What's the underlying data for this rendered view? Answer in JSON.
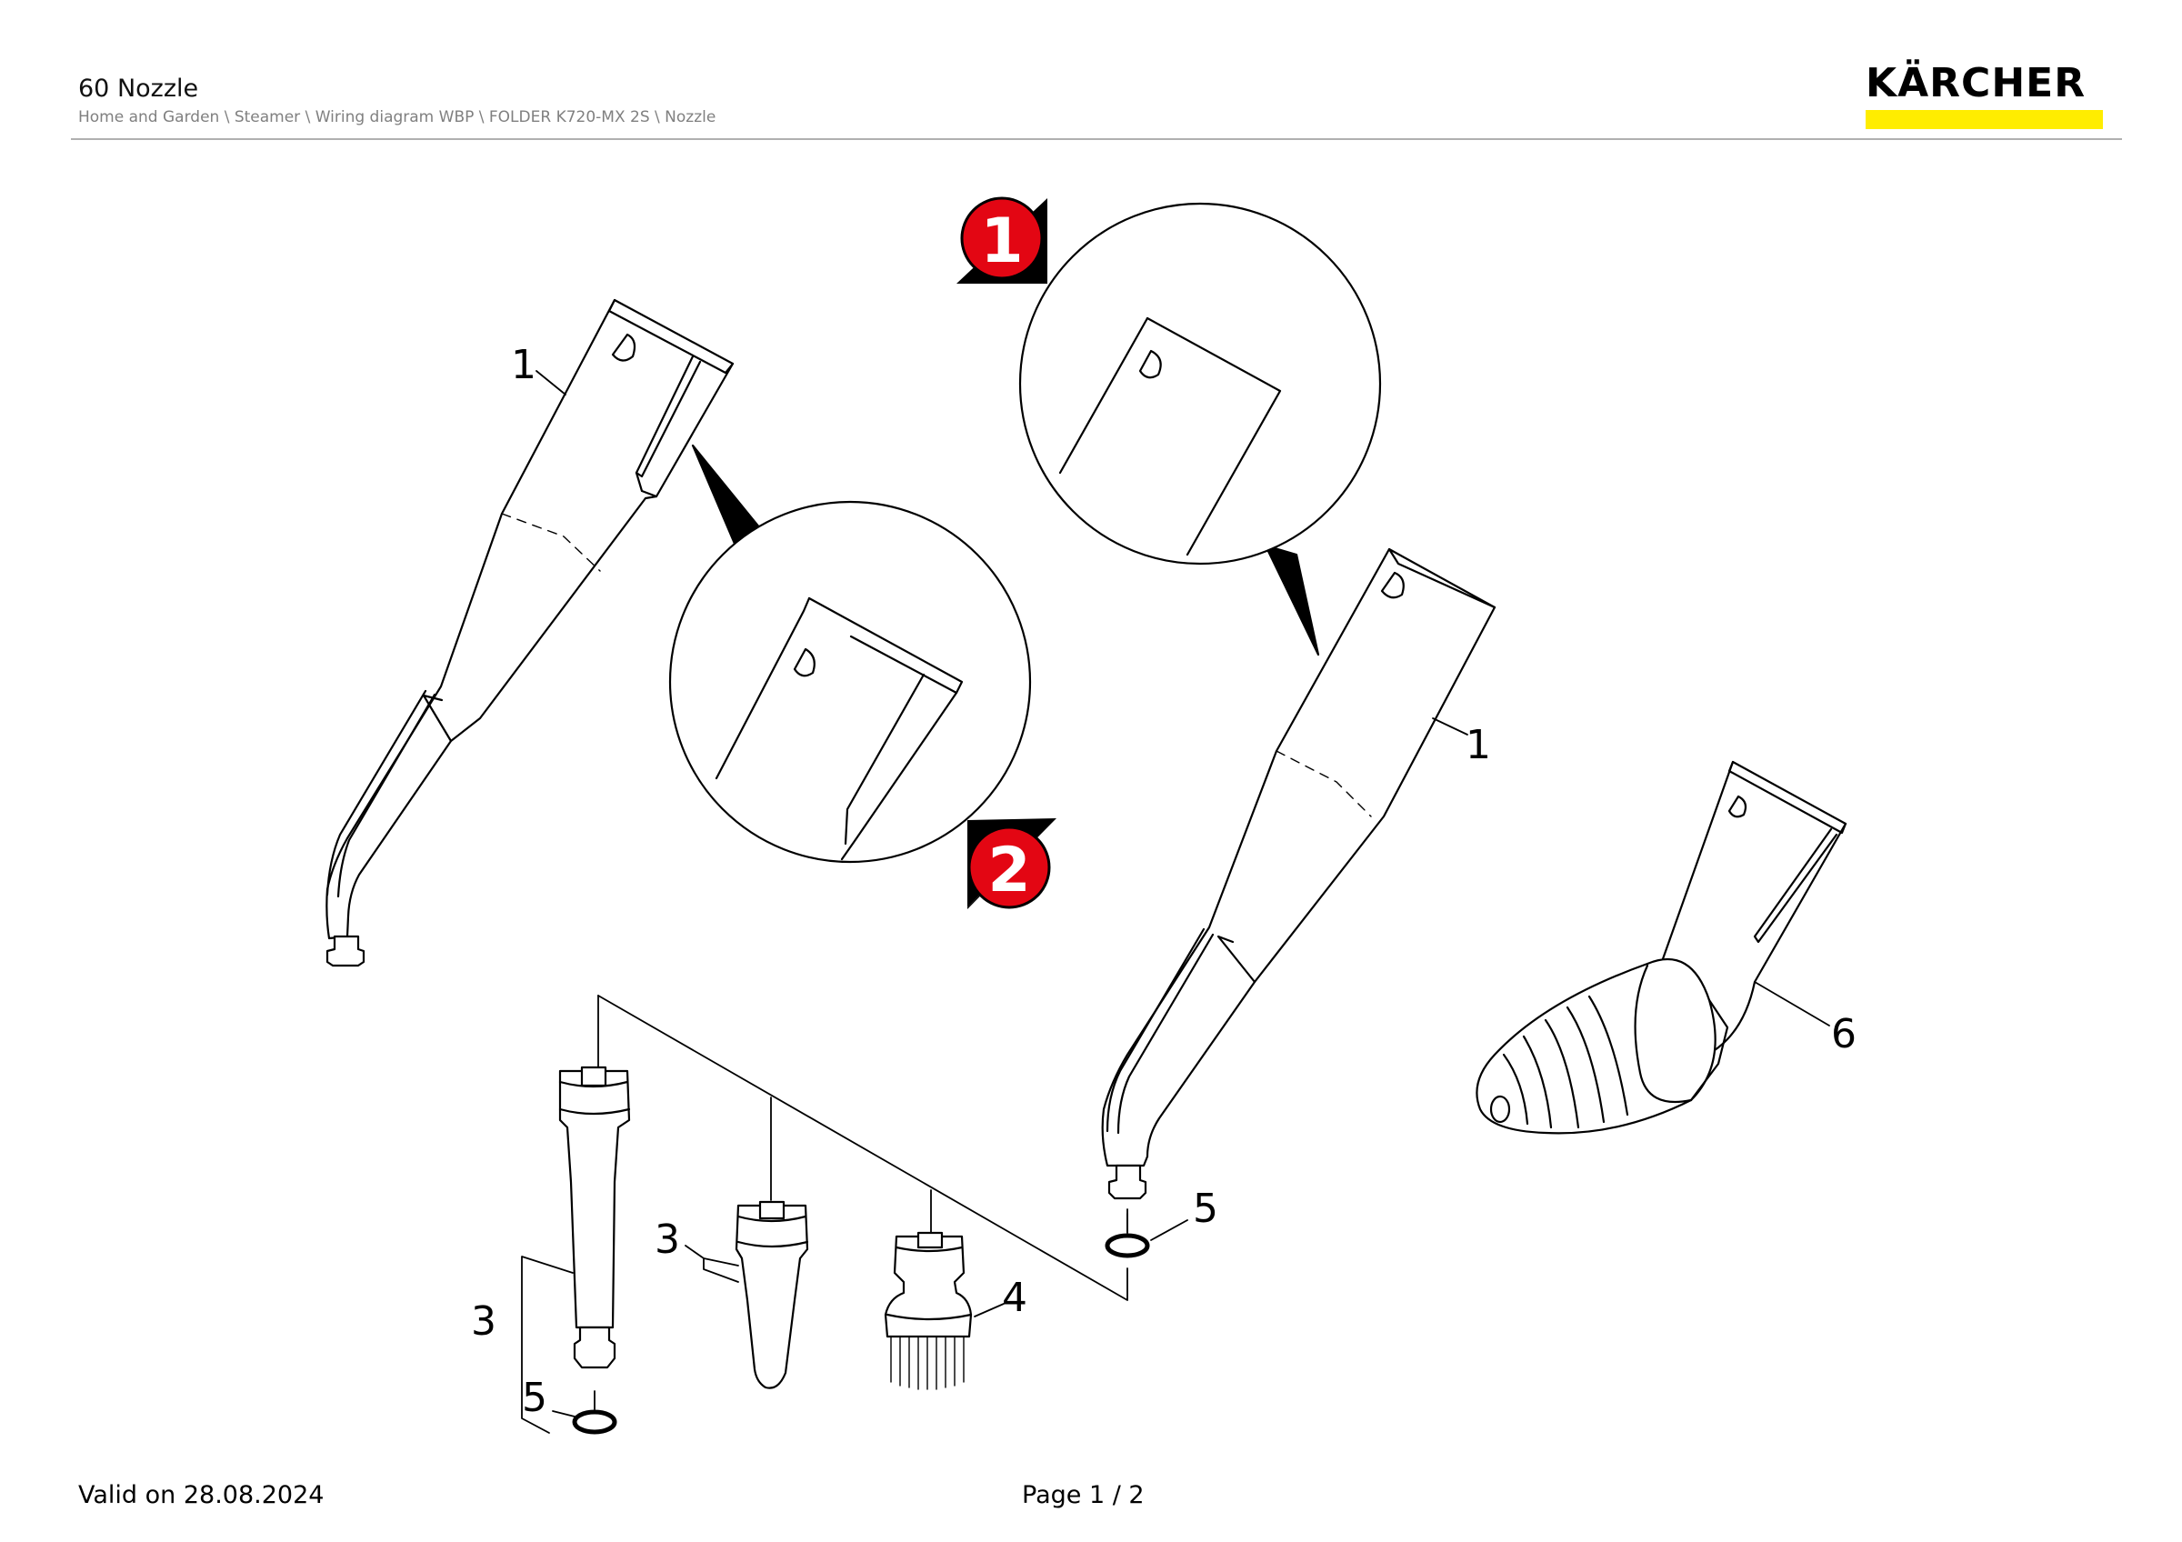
{
  "header": {
    "title": "60 Nozzle",
    "breadcrumb": "Home and Garden \\ Steamer \\ Wiring diagram WBP \\ FOLDER K720-MX 2S \\ Nozzle"
  },
  "brand": {
    "name": "KÄRCHER",
    "accent_color": "#ffed00"
  },
  "callouts": {
    "part_1a": "1",
    "part_1b": "1",
    "part_3a": "3",
    "part_3b": "3",
    "part_4": "4",
    "part_5a": "5",
    "part_5b": "5",
    "part_6": "6"
  },
  "variant_badges": {
    "badge_1": "1",
    "badge_2": "2",
    "badge_color": "#e30613"
  },
  "footer": {
    "valid": "Valid on 28.08.2024",
    "page": "Page 1 / 2"
  }
}
